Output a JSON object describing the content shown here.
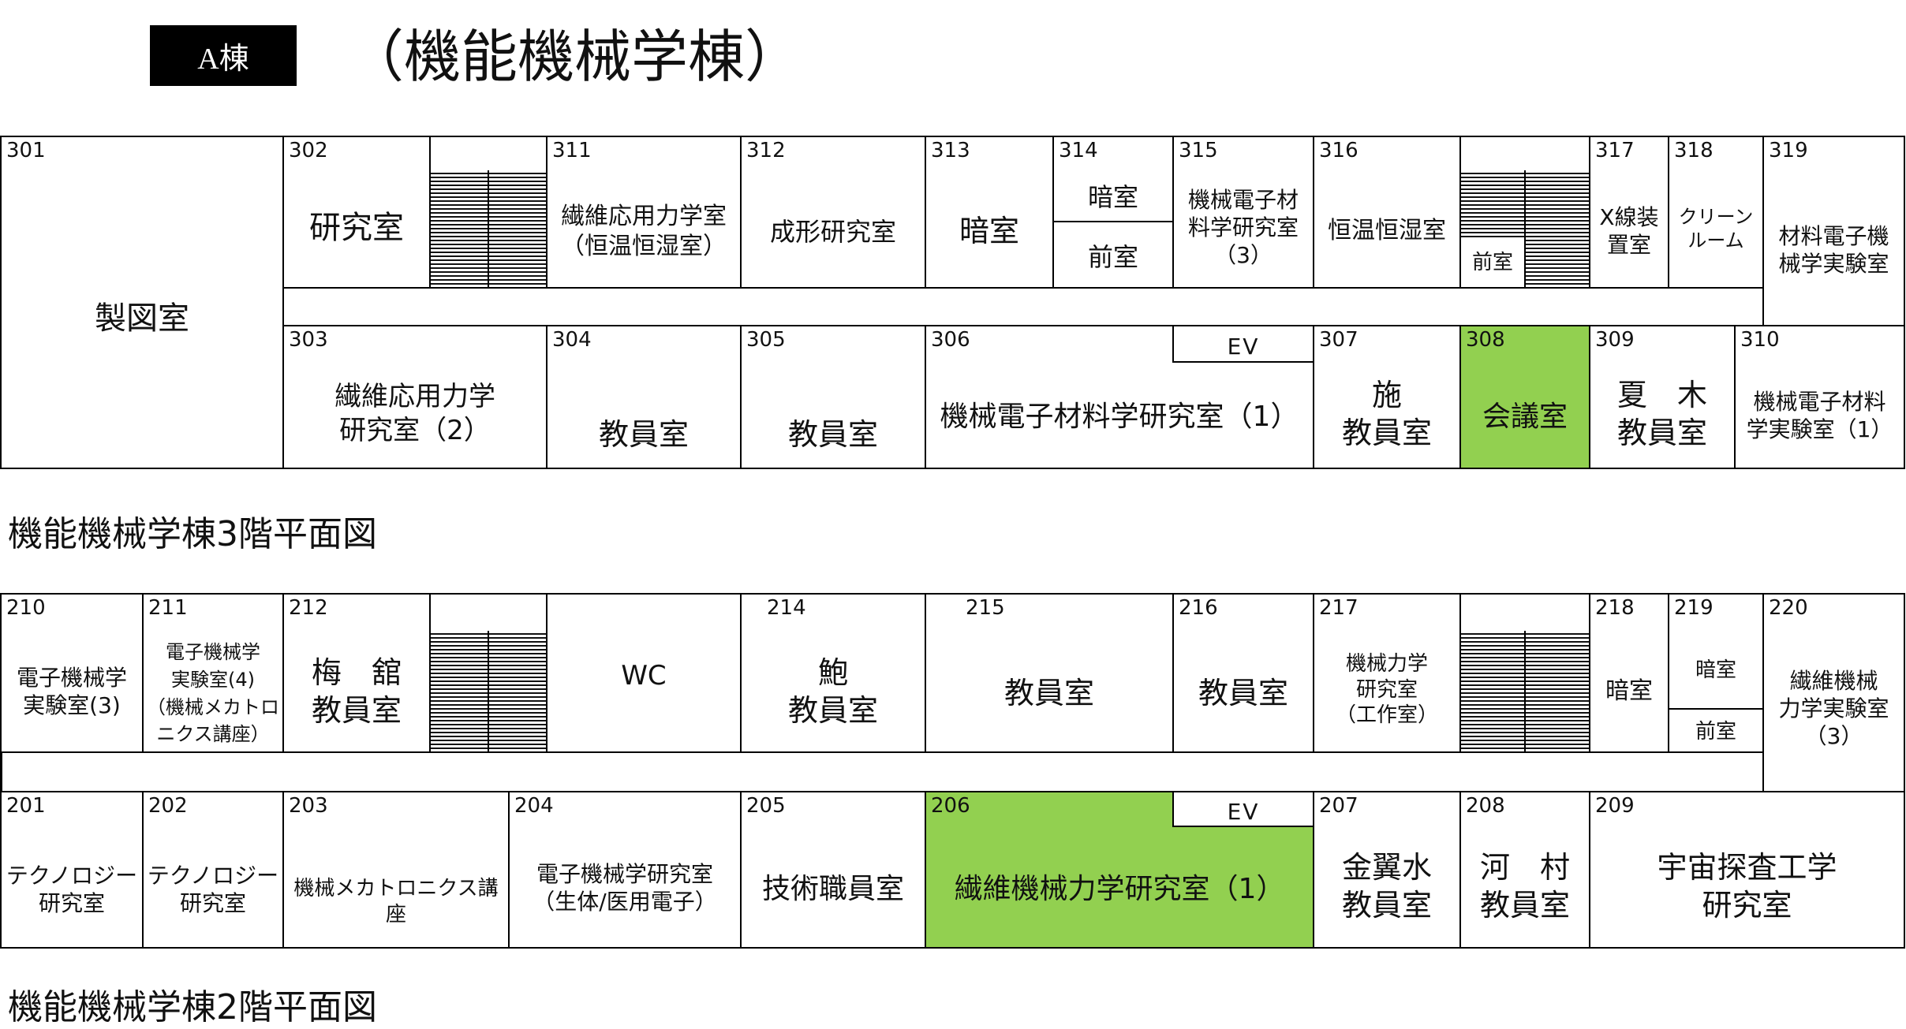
{
  "building_badge": "A棟",
  "building_title": "（機能機械学棟）",
  "floor3": {
    "caption": "機能機械学棟3階平面図",
    "rooms": {
      "r301": {
        "num": "301",
        "label": "製図室"
      },
      "r302": {
        "num": "302",
        "label": "研究室"
      },
      "r311": {
        "num": "311",
        "label": "繊維応用力学室\n（恒温恒湿室）"
      },
      "r312": {
        "num": "312",
        "label": "成形研究室"
      },
      "r313": {
        "num": "313",
        "label": "暗室"
      },
      "r314": {
        "num": "314",
        "label_top": "暗室",
        "label_bottom": "前室"
      },
      "r315": {
        "num": "315",
        "label": "機械電子材\n料学研究室\n（3）"
      },
      "r316": {
        "num": "316",
        "label": "恒温恒湿室"
      },
      "stair_front": {
        "label": "前室"
      },
      "r317": {
        "num": "317",
        "label": "X線装\n置室"
      },
      "r318": {
        "num": "318",
        "label": "クリーン\nルーム"
      },
      "r319": {
        "num": "319",
        "label": "材料電子機\n械学実験室"
      },
      "r303": {
        "num": "303",
        "label": "繊維応用力学\n研究室（2）"
      },
      "r304": {
        "num": "304",
        "label": "教員室"
      },
      "r305": {
        "num": "305",
        "label": "教員室"
      },
      "r306": {
        "num": "306",
        "label": "機械電子材料学研究室（1）"
      },
      "ev": {
        "label": "EV"
      },
      "r307": {
        "num": "307",
        "label": "施\n教員室"
      },
      "r308": {
        "num": "308",
        "label": "会議室"
      },
      "r309": {
        "num": "309",
        "label": "夏　木\n教員室"
      },
      "r310": {
        "num": "310",
        "label": "機械電子材料\n学実験室（1）"
      }
    }
  },
  "floor2": {
    "caption": "機能機械学棟2階平面図",
    "rooms": {
      "r210": {
        "num": "210",
        "label": "電子機械学\n実験室(3)"
      },
      "r211": {
        "num": "211",
        "label": "電子機械学\n実験室(4)\n（機械メカトロ\nニクス講座）"
      },
      "r212": {
        "num": "212",
        "label": "梅　舘\n教員室"
      },
      "wc": {
        "label": "WC"
      },
      "r214": {
        "num": "214",
        "label": "鮑\n教員室"
      },
      "r215": {
        "num": "215",
        "label": "教員室"
      },
      "r216": {
        "num": "216",
        "label": "教員室"
      },
      "r217": {
        "num": "217",
        "label": "機械力学\n研究室\n（工作室）"
      },
      "r218": {
        "num": "218",
        "label": "暗室"
      },
      "r219": {
        "num": "219",
        "label_top": "暗室",
        "label_bottom": "前室"
      },
      "r220": {
        "num": "220",
        "label": "繊維機械\n力学実験室\n（3）"
      },
      "r201": {
        "num": "201",
        "label": "テクノロジー\n研究室"
      },
      "r202": {
        "num": "202",
        "label": "テクノロジー\n研究室"
      },
      "r203": {
        "num": "203",
        "label": "機械メカトロニクス講座"
      },
      "r204": {
        "num": "204",
        "label": "電子機械学研究室\n（生体/医用電子）"
      },
      "r205": {
        "num": "205",
        "label": "技術職員室"
      },
      "r206": {
        "num": "206",
        "label": "繊維機械力学研究室（1）"
      },
      "ev": {
        "label": "EV"
      },
      "r207": {
        "num": "207",
        "label": "金翼水\n教員室"
      },
      "r208": {
        "num": "208",
        "label": "河　村\n教員室"
      },
      "r209": {
        "num": "209",
        "label": "宇宙探査工学\n研究室"
      }
    }
  },
  "colors": {
    "highlight": "#92d050",
    "line": "#000000",
    "background": "#ffffff"
  }
}
